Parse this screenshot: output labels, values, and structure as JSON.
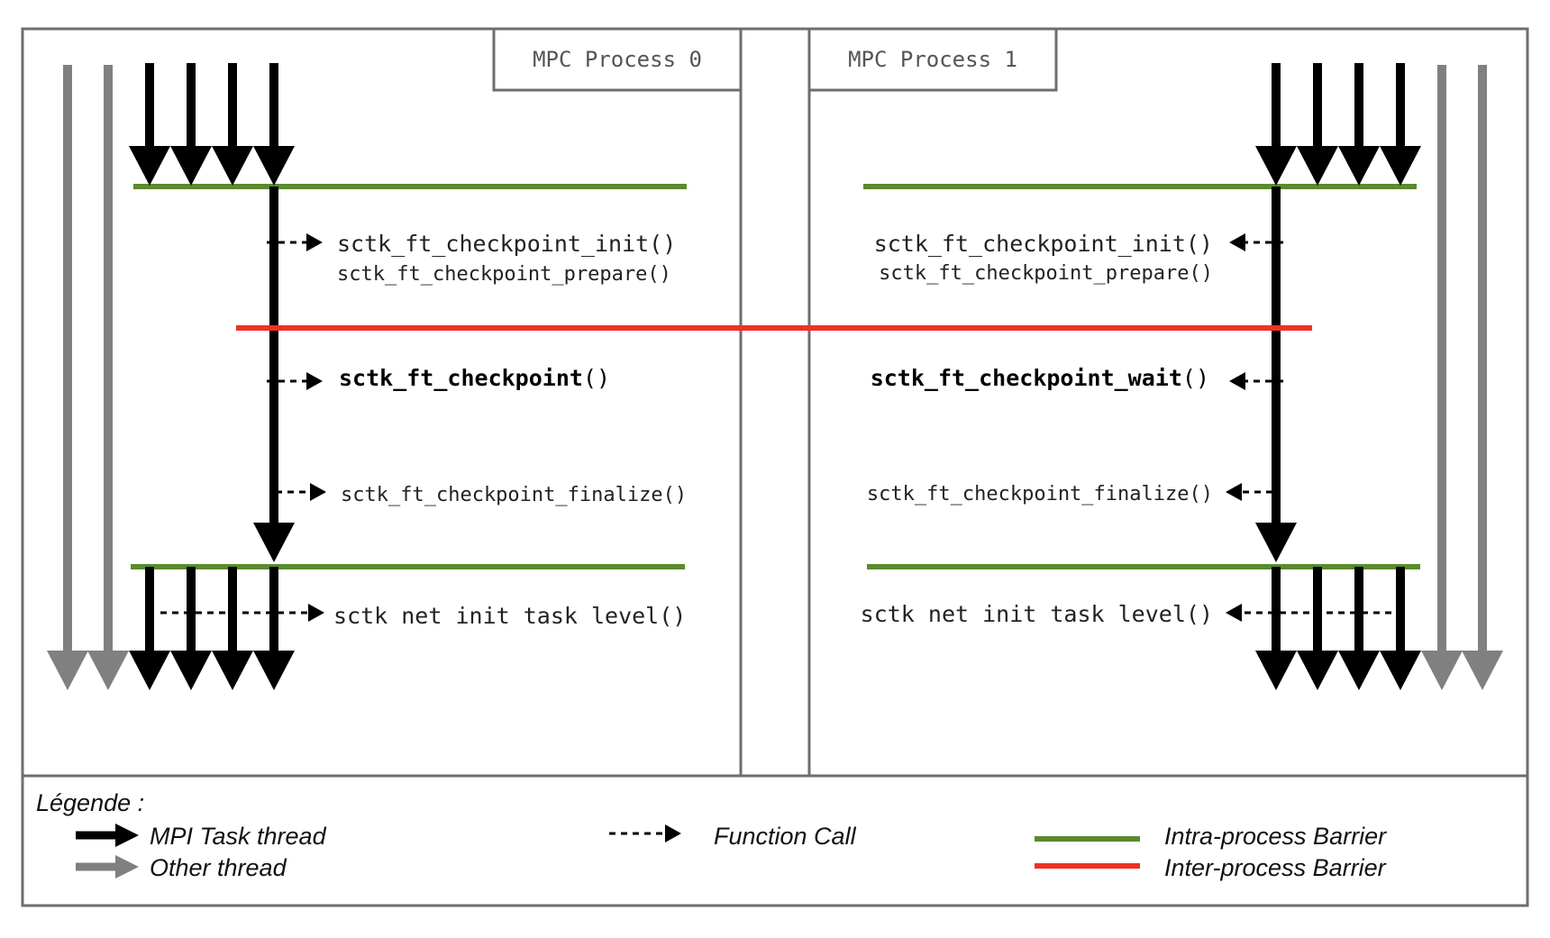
{
  "process0": {
    "title": "MPC Process 0",
    "calls": {
      "init": "sctk_ft_checkpoint_init()",
      "prepare": "sctk_ft_checkpoint_prepare()",
      "checkpoint_name": "sctk_ft_checkpoint",
      "checkpoint_paren": "()",
      "finalize": "sctk_ft_checkpoint_finalize()",
      "net_init": "sctk net init task level()"
    }
  },
  "process1": {
    "title": "MPC Process 1",
    "calls": {
      "init": "sctk_ft_checkpoint_init()",
      "prepare": "sctk_ft_checkpoint_prepare()",
      "wait_name": "sctk_ft_checkpoint_wait",
      "wait_paren": "()",
      "finalize": "sctk_ft_checkpoint_finalize()",
      "net_init": "sctk net init task level()"
    }
  },
  "legend": {
    "title": "Légende :",
    "mpi_task_thread": "MPI Task thread",
    "other_thread": "Other thread",
    "function_call": "Function Call",
    "intra_barrier": "Intra-process Barrier",
    "inter_barrier": "Inter-process Barrier"
  },
  "colors": {
    "mpi_task_thread": "#000000",
    "other_thread": "#808080",
    "intra_barrier": "#5b8a2f",
    "inter_barrier": "#ee3224",
    "frame": "#6e6e6e"
  }
}
